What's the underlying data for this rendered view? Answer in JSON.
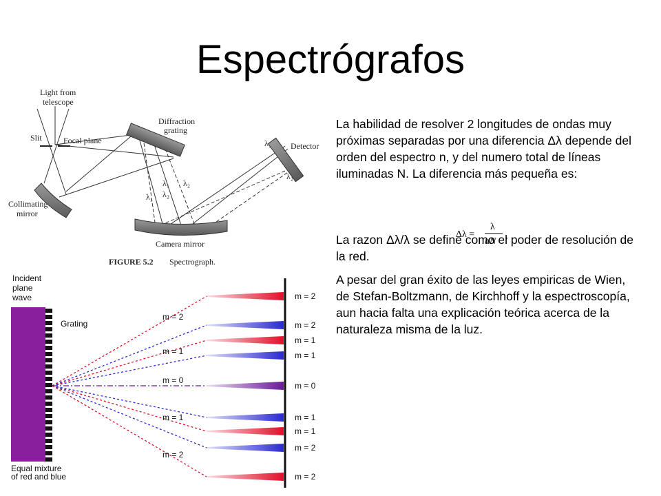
{
  "title": "Espectrógrafos",
  "figure1": {
    "labels": {
      "light": [
        "Light from",
        "telescope"
      ],
      "slit": "Slit",
      "focal_plane": "Focal plane",
      "grating": [
        "Diffraction",
        "grating"
      ],
      "detector": "Detector",
      "collimating": [
        "Collimating",
        "mirror"
      ],
      "camera_mirror": "Camera mirror",
      "lambda1": "λ₁",
      "lambda2": "λ₂"
    },
    "caption_bold": "FIGURE 5.2",
    "caption_text": "Spectrograph."
  },
  "figure2": {
    "incident": [
      "Incident",
      "plane",
      "wave"
    ],
    "grating": "Grating",
    "mixture": [
      "Equal mixture",
      "of red and blue"
    ],
    "fan_labels": [
      "m = 2",
      "m = 1",
      "m = 0",
      "m = 1",
      "m = 2"
    ],
    "screen_labels": [
      "m = 2",
      "m = 2",
      "m = 1",
      "m = 1",
      "m = 0",
      "m = 1",
      "m = 1",
      "m = 2",
      "m = 2"
    ]
  },
  "text": {
    "paragraph1": "La habilidad de resolver 2 longitudes de ondas muy próximas separadas por una diferencia Δλ depende del orden del espectro n, y del numero total de líneas iluminadas N. La diferencia más pequeña es:",
    "paragraph2": "La razon Δλ/λ se define como el poder de resolución de la red.",
    "paragraph3": "A pesar del gran éxito de las leyes empiricas de Wien, de Stefan-Boltzmann, de Kirchhoff y la espectroscopía, aun hacia falta una explicación teórica acerca de la naturaleza misma de la luz."
  },
  "equation": {
    "lhs": "Δλ =",
    "numerator": "λ",
    "denominator": "nN",
    "trail": ","
  },
  "colors": {
    "red": "#e0102a",
    "blue": "#2a2ad0",
    "grating": "#8a1f9e"
  }
}
